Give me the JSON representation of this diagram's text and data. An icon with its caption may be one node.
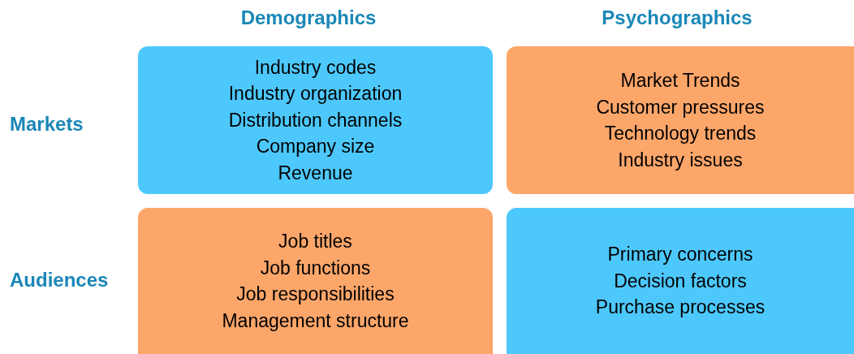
{
  "diagram": {
    "nodes": [
      {
        "text": [
          "Industry codes",
          "Industry organization",
          "Distribution channels",
          "Company size",
          "Revenue"
        ]
      },
      {
        "text": [
          "Market Trends",
          "Customer pressures",
          "Technology trends",
          "Industry issues"
        ]
      },
      {
        "text": [
          "Job titles",
          "Job functions",
          "Job responsibilities",
          "Management structure"
        ]
      },
      {
        "text": [
          "Primary concerns",
          "Decision factors",
          "Purchase processes"
        ]
      }
    ],
    "labels": [
      "Demographics",
      "Psychographics",
      "Markets",
      "Audiences"
    ]
  }
}
